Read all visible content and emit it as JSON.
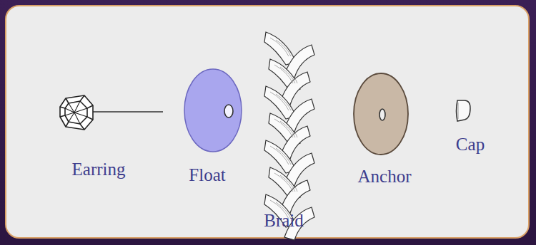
{
  "diagram": {
    "labels": [
      "Earring",
      "Float",
      "Braid",
      "Anchor",
      "Cap"
    ]
  }
}
